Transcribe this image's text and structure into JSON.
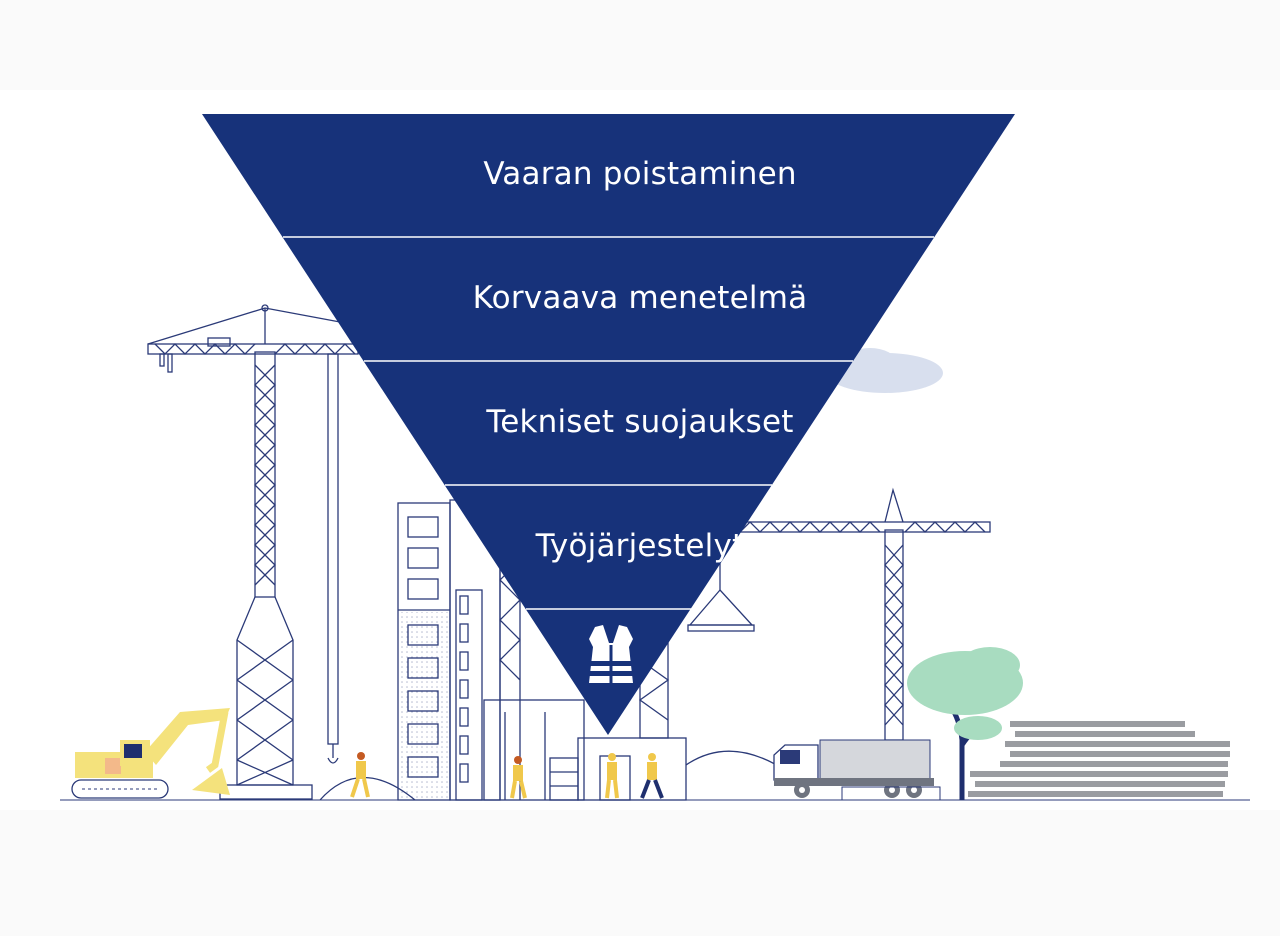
{
  "diagram": {
    "levels": [
      {
        "label": "Vaaran poistaminen"
      },
      {
        "label": "Korvaava menetelmä"
      },
      {
        "label": "Tekniset suojaukset"
      },
      {
        "label": "Työjärjestelyt"
      },
      {
        "label": "",
        "icon": "safety-vest-icon"
      }
    ]
  },
  "colors": {
    "pyramid": "#17327a",
    "line": "#2b3a78",
    "excavator": "#f4e27c",
    "tree": "#a8dcc0",
    "cloud": "#d8dfee",
    "truck": "#d5d7dc",
    "worker": "#f0c84b"
  }
}
